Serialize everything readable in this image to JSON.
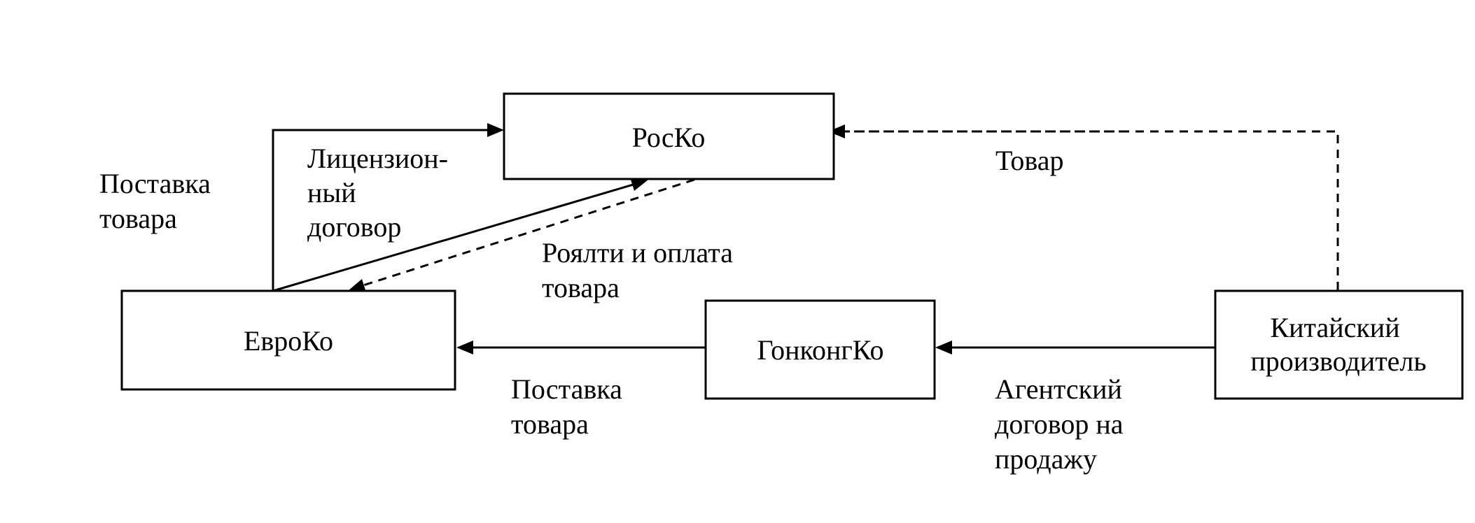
{
  "nodes": {
    "rosko": {
      "label": "РосКо"
    },
    "evroko": {
      "label": "ЕвроКо"
    },
    "gonkongko": {
      "label": "ГонконгКо"
    },
    "kitai": {
      "label_lines": [
        "Китайский",
        "производитель"
      ]
    }
  },
  "edge_labels": {
    "supply_euro_to_ros": [
      "Поставка",
      "товара"
    ],
    "license": [
      "Лицензион-",
      "ный",
      "договор"
    ],
    "royalty": [
      "Роялти и оплата",
      "товара"
    ],
    "goods_china_to_ros": [
      "Товар"
    ],
    "supply_hk_to_euro": [
      "Поставка",
      "товара"
    ],
    "agency": [
      "Агентский",
      "договор на",
      "продажу"
    ]
  }
}
